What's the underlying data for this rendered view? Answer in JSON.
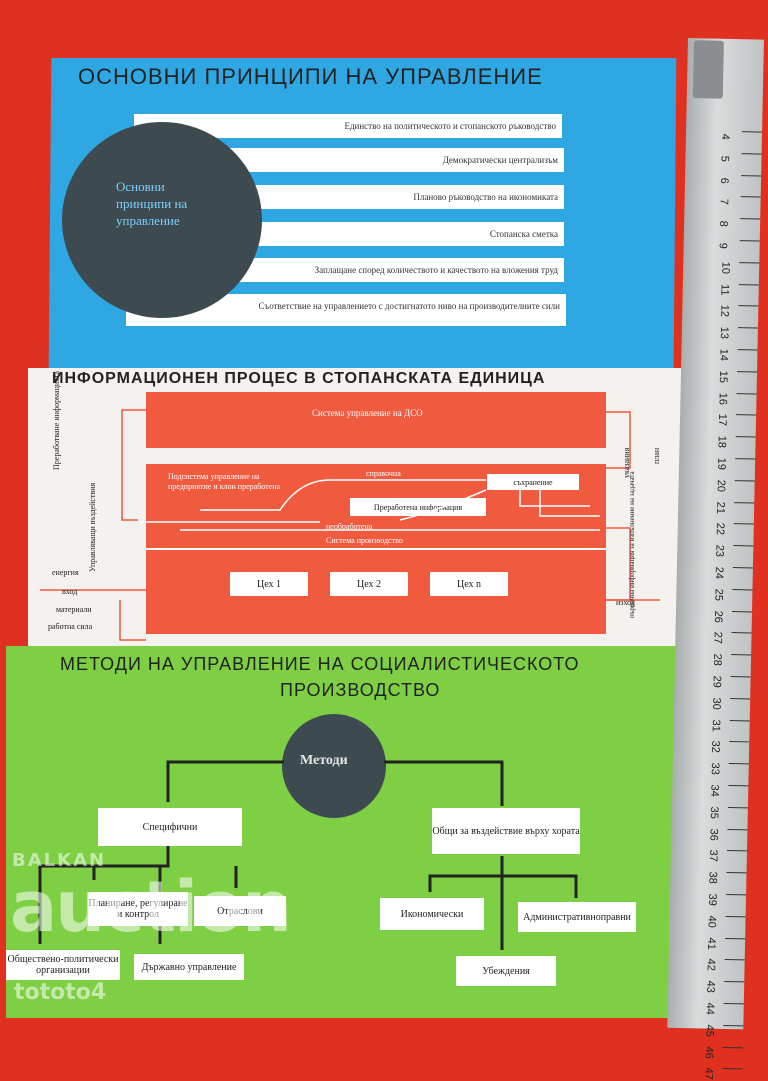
{
  "sections": {
    "principles": {
      "title": "ОСНОВНИ ПРИНЦИПИ НА УПРАВЛЕНИЕ",
      "circle_text": "Основни принципи на управление",
      "items": [
        "Единство на политическото и стопанското ръководство",
        "Демократически централизъм",
        "Планово ръководство на икономиката",
        "Стопанска сметка",
        "Заплащане според количеството и качеството на вложения труд",
        "Съответствие на управлението с достигнатото ниво на производителните сили"
      ]
    },
    "information": {
      "title": "ИНФОРМАЦИОНЕН ПРОЦЕС В СТОПАНСКАТА ЕДИНИЦА",
      "top_box": "Система управление на ДСО",
      "subsystem": "Подсистема управление на предприятие и клон преработена",
      "labels": {
        "reference": "справочна",
        "storage": "съхранение",
        "processed": "Преработена информация",
        "unprocessed": "необработена",
        "production": "Система производство",
        "left_top": "Преработване информацията",
        "left_bottom": "Управляващи въздействия",
        "right_top1": "указания",
        "right_top2": "план",
        "right_bottom": "първична информация за изпълнение на задачата",
        "energy": "енергия",
        "input": "вход",
        "materials": "материали",
        "labor": "работна сила",
        "output": "изход"
      },
      "shops": [
        "Цех 1",
        "Цех 2",
        "Цех n"
      ]
    },
    "methods": {
      "title_line1": "МЕТОДИ НА УПРАВЛЕНИЕ  НА СОЦИАЛИСТИЧЕСКОТО",
      "title_line2": "ПРОИЗВОДСТВО",
      "center": "Методи",
      "specific": "Специфични",
      "general": "Общи за въздействие върху хората",
      "specific_children": [
        "Планиране, регулиране и контрол",
        "Отраслови",
        "Обществено-политически организации",
        "Държавно управление"
      ],
      "general_children": [
        "Икономически",
        "Административноправни",
        "Убеждения"
      ]
    }
  },
  "ruler_numbers": [
    "4",
    "5",
    "6",
    "7",
    "8",
    "9",
    "10",
    "11",
    "12",
    "13",
    "14",
    "15",
    "16",
    "17",
    "18",
    "19",
    "20",
    "21",
    "22",
    "23",
    "24",
    "25",
    "26",
    "27",
    "28",
    "29",
    "30",
    "31",
    "32",
    "33",
    "34",
    "35",
    "36",
    "37",
    "38",
    "39",
    "40",
    "41",
    "42",
    "43",
    "44",
    "45",
    "46",
    "47"
  ],
  "watermark": {
    "line1": "BALKAN",
    "line2": "auction",
    "line3": "tototo4"
  }
}
